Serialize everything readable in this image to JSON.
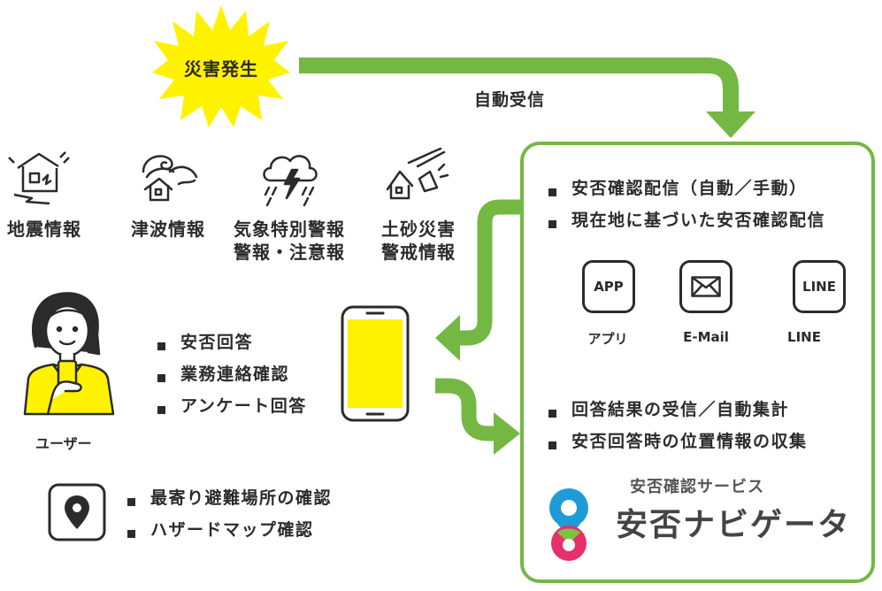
{
  "disaster": {
    "label": "災害発生"
  },
  "flow": {
    "auto_receive_label": "自動受信"
  },
  "info_types": [
    {
      "line1": "地震情報",
      "line2": "",
      "icon": "earthquake-house-icon"
    },
    {
      "line1": "津波情報",
      "line2": "",
      "icon": "tsunami-wave-icon"
    },
    {
      "line1": "気象特別警報",
      "line2": "警報・注意報",
      "icon": "thunderstorm-cloud-icon"
    },
    {
      "line1": "土砂災害",
      "line2": "警戒情報",
      "icon": "landslide-icon"
    }
  ],
  "user": {
    "label": "ユーザー"
  },
  "user_actions": [
    "安否回答",
    "業務連絡確認",
    "アンケート回答"
  ],
  "map_actions": [
    "最寄り避難場所の確認",
    "ハザードマップ確認"
  ],
  "service": {
    "features_top": [
      "安否確認配信（自動／手動）",
      "現在地に基づいた安否確認配信"
    ],
    "channels": [
      {
        "chip": "APP",
        "label": "アプリ",
        "icon": "app-icon"
      },
      {
        "chip": "",
        "label": "E-Mail",
        "icon": "envelope-icon"
      },
      {
        "chip": "LINE",
        "label": "LINE",
        "icon": "line-icon"
      }
    ],
    "features_bottom": [
      "回答結果の受信／自動集計",
      "安否回答時の位置情報の収集"
    ],
    "brand_tagline": "安否確認サービス",
    "brand_name": "安否ナビゲータ"
  },
  "colors": {
    "green": "#74b843",
    "yellow": "#fff200",
    "dark": "#2b2b2b",
    "logo_blue": "#1f9bd7",
    "logo_pink": "#e5306b",
    "logo_green": "#7cc242"
  }
}
